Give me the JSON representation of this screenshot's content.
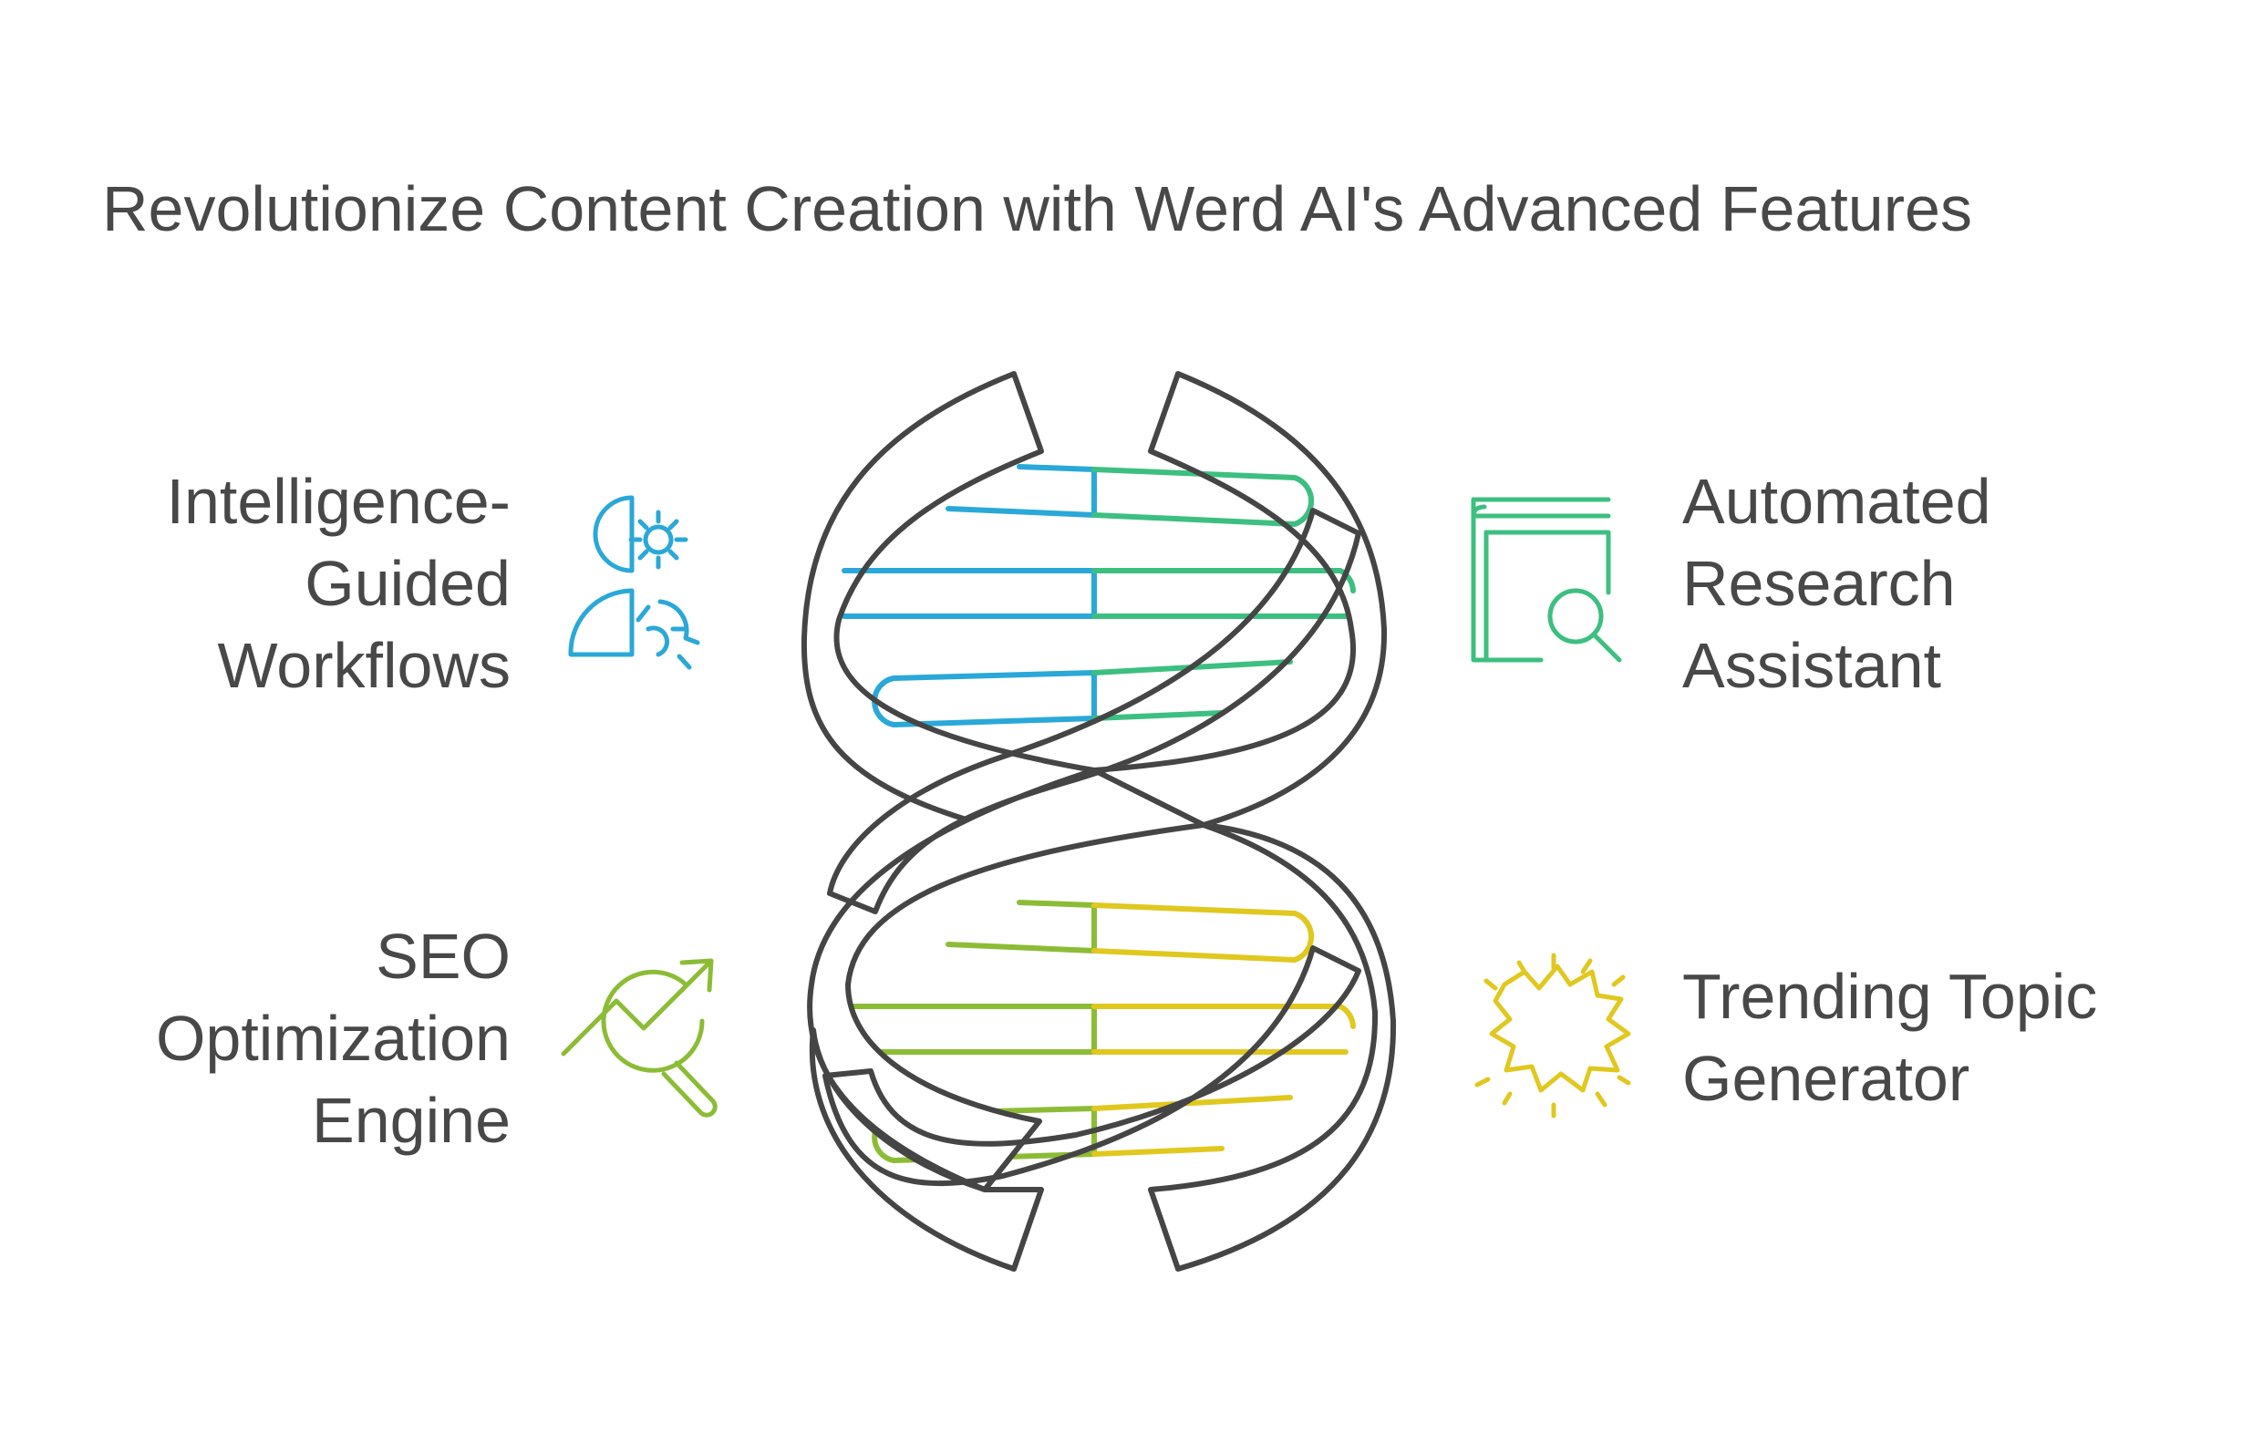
{
  "title": "Revolutionize Content Creation with Werd AI's Advanced Features",
  "features": [
    {
      "lines": [
        "Intelligence-",
        "Guided",
        "Workflows"
      ],
      "icon": "head-gears-icon",
      "color": "#2aa8d8"
    },
    {
      "lines": [
        "Automated",
        "Research",
        "Assistant"
      ],
      "icon": "book-magnifier-icon",
      "color": "#3cbf80"
    },
    {
      "lines": [
        "SEO",
        "Optimization",
        "Engine"
      ],
      "icon": "growth-magnifier-icon",
      "color": "#8cbc36"
    },
    {
      "lines": [
        "Trending Topic",
        "Generator"
      ],
      "icon": "burst-icon",
      "color": "#e0c81e"
    }
  ],
  "colors": {
    "text": "#484848",
    "outline": "#454545",
    "blue": "#2aa8d8",
    "green": "#3cbf80",
    "lime": "#8cbc36",
    "yellow": "#e0c81e"
  }
}
